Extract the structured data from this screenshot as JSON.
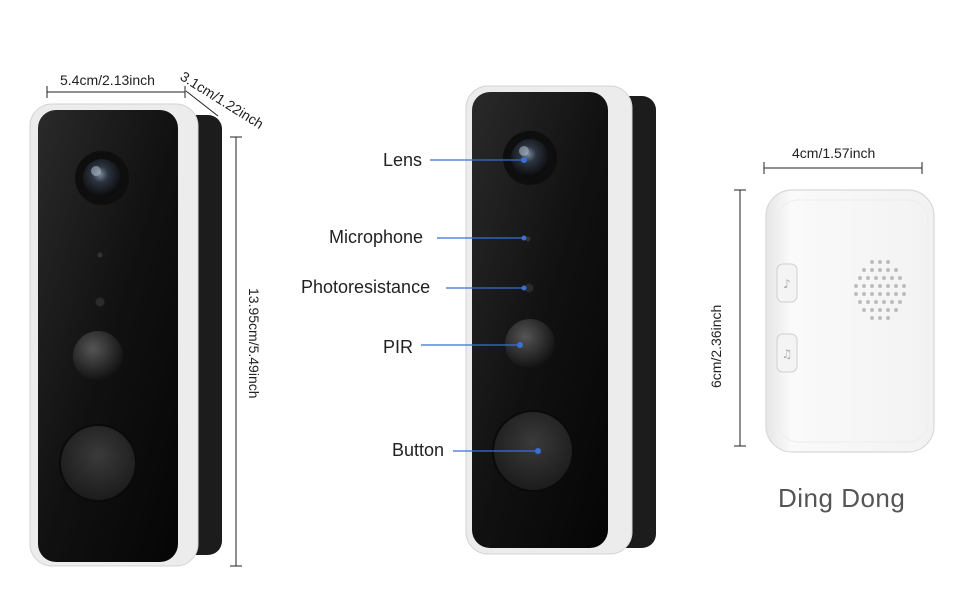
{
  "left_doorbell": {
    "width_label": "5.4cm/2.13inch",
    "depth_label": "3.1cm/1.22inch",
    "height_label": "13.95cm/5.49inch"
  },
  "center_doorbell": {
    "callouts": {
      "lens": "Lens",
      "microphone": "Microphone",
      "photoresistance": "Photoresistance",
      "pir": "PIR",
      "button": "Button"
    }
  },
  "chime": {
    "width_label": "4cm/1.57inch",
    "height_label": "6cm/2.36inch",
    "name": "Ding Dong"
  },
  "colors": {
    "callout_line": "#3b6fd4",
    "body_dark": "#141414",
    "frame_white": "#eeeeee"
  }
}
